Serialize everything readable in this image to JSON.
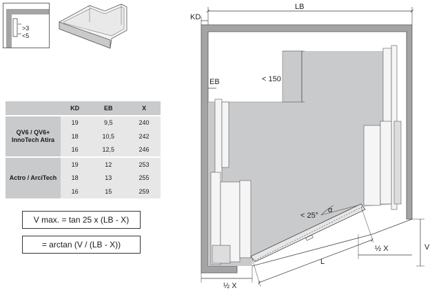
{
  "table": {
    "headers": [
      "",
      "KD",
      "EB",
      "X"
    ],
    "groups": [
      {
        "name_line1": "QV6 / QV6+",
        "name_line2": "InnoTech Atira",
        "rows": [
          {
            "kd": "19",
            "eb": "9,5",
            "x": "240"
          },
          {
            "kd": "18",
            "eb": "10,5",
            "x": "242"
          },
          {
            "kd": "16",
            "eb": "12,5",
            "x": "246"
          }
        ]
      },
      {
        "name_line1": "Actro / ArciTech",
        "name_line2": "",
        "rows": [
          {
            "kd": "19",
            "eb": "12",
            "x": "253"
          },
          {
            "kd": "18",
            "eb": "13",
            "x": "255"
          },
          {
            "kd": "16",
            "eb": "15",
            "x": "259"
          }
        ]
      }
    ]
  },
  "formulas": {
    "vmax": "V max. = tan 25 x (LB - X)",
    "arctan": "= arctan (V / (LB - X))"
  },
  "detail": {
    "gt": ">3",
    "lt": "<5"
  },
  "dimensions": {
    "kd": "KD",
    "lb": "LB",
    "eb": "EB",
    "lt150": "< 150",
    "lt25": "< 25°",
    "alpha": "α",
    "l": "L",
    "v": "V",
    "half_x_bottom": "½ X",
    "half_x_right": "½ X"
  },
  "colors": {
    "cabinet_wall": "#a3a4a6",
    "floor": "#c9cacb",
    "table_header": "#c9cacb",
    "table_cell": "#e7e7e8",
    "line": "#333333"
  }
}
